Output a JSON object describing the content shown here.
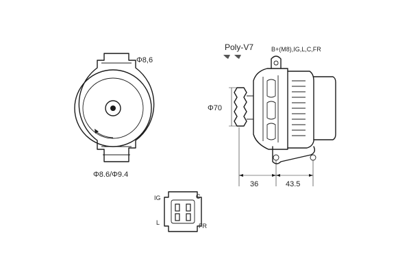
{
  "front_view": {
    "top_hole_label": "Φ8,6",
    "bottom_hole_label": "Φ8.6/Φ9.4"
  },
  "side_view": {
    "belt_label": "Poly-V7",
    "terminals_label": "B+(M8),IG,L,C,FR",
    "pulley_diameter_label": "Φ70",
    "dimension_left": "36",
    "dimension_right": "43.5"
  },
  "connector": {
    "pin_ig": "IG",
    "pin_c": "C",
    "pin_l": "L",
    "pin_fr": "FR"
  }
}
